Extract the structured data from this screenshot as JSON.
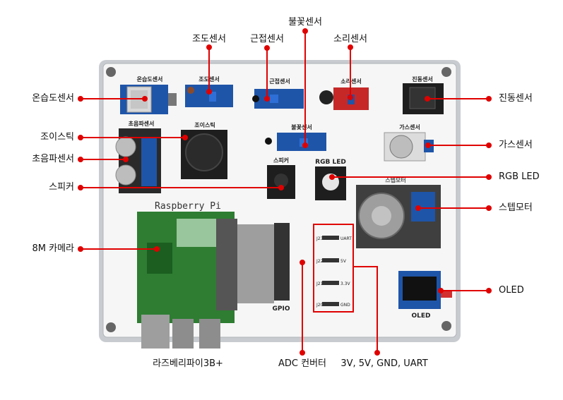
{
  "labels": {
    "temp_humidity": "온습도센서",
    "illuminance": "조도센서",
    "proximity": "근접센서",
    "flame": "불꽃센서",
    "sound": "소리센서",
    "vibration": "진동센서",
    "joystick": "조이스틱",
    "ultrasonic": "초음파센서",
    "gas": "가스센서",
    "rgb_led": "RGB LED",
    "speaker": "스피커",
    "stepper": "스텝모터",
    "camera": "8M 카메라",
    "oled": "OLED",
    "raspberry": "라즈베리파이3B+",
    "adc": "ADC 컨버터",
    "power_uart": "3V, 5V, GND, UART"
  },
  "board_text": {
    "temp_humidity": "온습도센서",
    "illuminance": "조도센서",
    "proximity": "근접센서",
    "flame": "불꽃센서",
    "sound": "소리센서",
    "vibration": "진동센서",
    "ultrasonic": "초음파센서",
    "joystick": "조이스틱",
    "gas": "가스센서",
    "speaker": "스피커",
    "rgb_led": "RGB LED",
    "stepper": "스텝모터",
    "raspberry": "Raspberry Pi",
    "gpio": "GPIO",
    "oled": "OLED",
    "j23": "J23",
    "j22": "J22",
    "j21": "J21",
    "j20": "J20",
    "uart": "UART",
    "v5": "5V",
    "v33": "3.3V",
    "gnd": "GND"
  },
  "colors": {
    "accent": "#e00000",
    "board": "#f4f4f4",
    "frame": "#bfc3c6",
    "pcb_blue": "#1f55a8",
    "pcb_black": "#1e1e1e",
    "pcb_green": "#2e7d32"
  }
}
